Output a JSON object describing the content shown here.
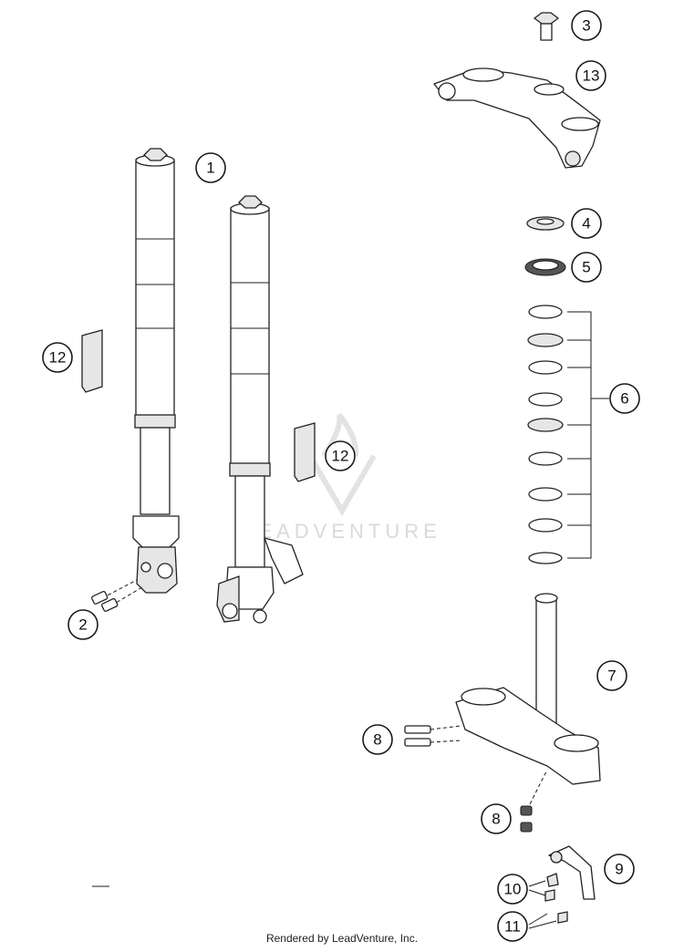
{
  "watermark": {
    "text": "LEADVENTURE",
    "color": "#d9d9d9"
  },
  "footer": {
    "text": "Rendered by LeadVenture, Inc."
  },
  "callouts": {
    "c1": "1",
    "c2": "2",
    "c3": "3",
    "c4": "4",
    "c5": "5",
    "c6": "6",
    "c7": "7",
    "c8a": "8",
    "c8b": "8",
    "c9": "9",
    "c10": "10",
    "c11": "11",
    "c12a": "12",
    "c12b": "12",
    "c13": "13"
  },
  "icons": {
    "watermark_logo": "flame-v-logo-icon"
  }
}
